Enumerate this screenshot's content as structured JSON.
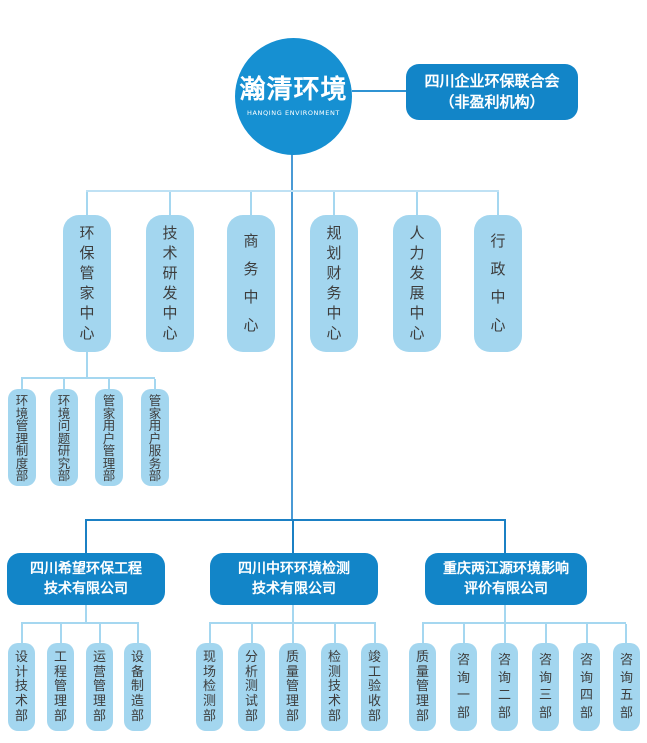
{
  "colors": {
    "brand_blue": "#1285c8",
    "circle_blue": "#1690d2",
    "pill_blue": "#a3d6ef",
    "pale_connector": "#bfe1f4",
    "light_connector": "#a5d7f0",
    "trunk_connector": "#4a9ad5",
    "dark_connector": "#1b80c4",
    "pill_text": "#3d3d3d",
    "box_text": "#ffffff"
  },
  "root": {
    "title": "瀚清环境",
    "subtitle": "HANQING ENVIRONMENT"
  },
  "association": {
    "line1": "四川企业环保联合会",
    "line2": "（非盈利机构）"
  },
  "centers": [
    {
      "label": "环保管家中心"
    },
    {
      "label": "技术研发中心"
    },
    {
      "label": "商务中心"
    },
    {
      "label": "规划财务中心"
    },
    {
      "label": "人力发展中心"
    },
    {
      "label": "行政中心"
    }
  ],
  "steward_departments": [
    {
      "label": "环境管理制度部"
    },
    {
      "label": "环境问题研究部"
    },
    {
      "label": "管家用户管理部"
    },
    {
      "label": "管家用户服务部"
    }
  ],
  "companies": [
    {
      "line1": "四川希望环保工程",
      "line2": "技术有限公司",
      "departments": [
        {
          "label": "设计技术部"
        },
        {
          "label": "工程管理部"
        },
        {
          "label": "运营管理部"
        },
        {
          "label": "设备制造部"
        }
      ]
    },
    {
      "line1": "四川中环环境检测",
      "line2": "技术有限公司",
      "departments": [
        {
          "label": "现场检测部"
        },
        {
          "label": "分析测试部"
        },
        {
          "label": "质量管理部"
        },
        {
          "label": "检测技术部"
        },
        {
          "label": "竣工验收部"
        }
      ]
    },
    {
      "line1": "重庆两江源环境影响",
      "line2": "评价有限公司",
      "departments": [
        {
          "label": "质量管理部"
        },
        {
          "label": "咨询一部"
        },
        {
          "label": "咨询二部"
        },
        {
          "label": "咨询三部"
        },
        {
          "label": "咨询四部"
        },
        {
          "label": "咨询五部"
        }
      ]
    }
  ]
}
